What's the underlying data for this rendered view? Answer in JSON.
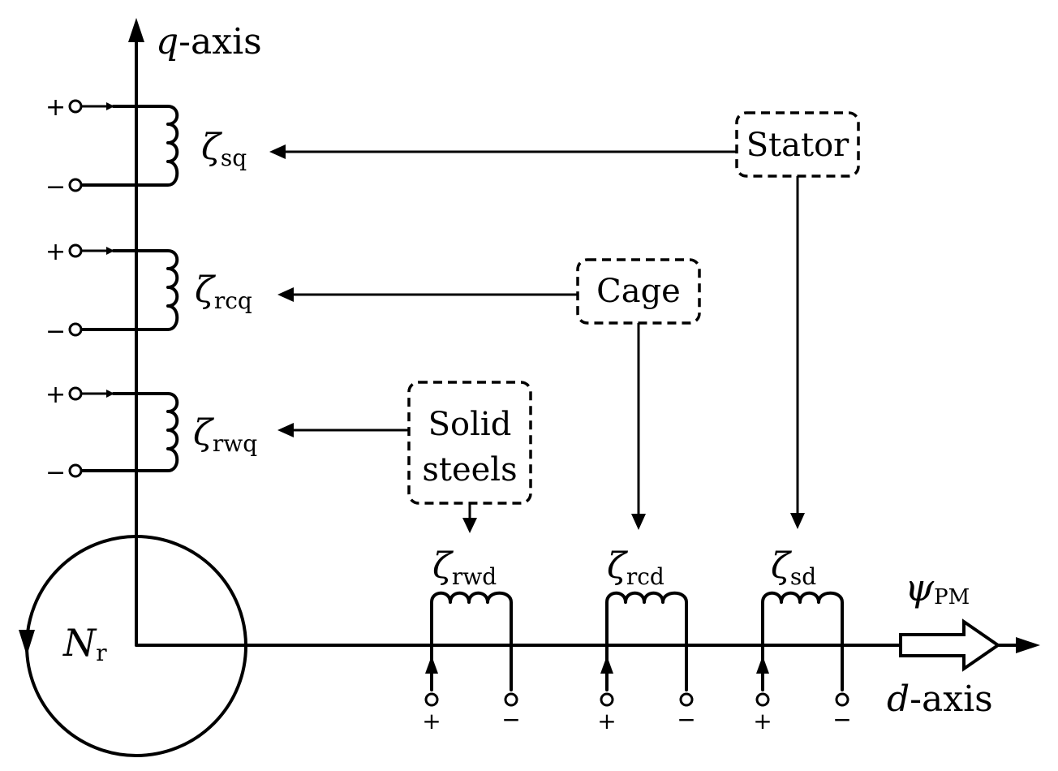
{
  "axes": {
    "q_axis": {
      "symbol": "q",
      "suffix": "-axis"
    },
    "d_axis": {
      "symbol": "d",
      "suffix": "-axis"
    }
  },
  "sources": {
    "stator": "Stator",
    "cage": "Cage",
    "solid_steels_line1": "Solid",
    "solid_steels_line2": "steels"
  },
  "windings": {
    "sq": {
      "symbol": "ζ",
      "sub": "sq"
    },
    "rcq": {
      "symbol": "ζ",
      "sub": "rcq"
    },
    "rwq": {
      "symbol": "ζ",
      "sub": "rwq"
    },
    "rwd": {
      "symbol": "ζ",
      "sub": "rwd"
    },
    "rcd": {
      "symbol": "ζ",
      "sub": "rcd"
    },
    "sd": {
      "symbol": "ζ",
      "sub": "sd"
    }
  },
  "rotation": {
    "symbol": "N",
    "sub": "r"
  },
  "pm_flux": {
    "symbol": "ψ",
    "sub": "PM"
  },
  "terminals": {
    "plus": "+",
    "minus": "−"
  }
}
